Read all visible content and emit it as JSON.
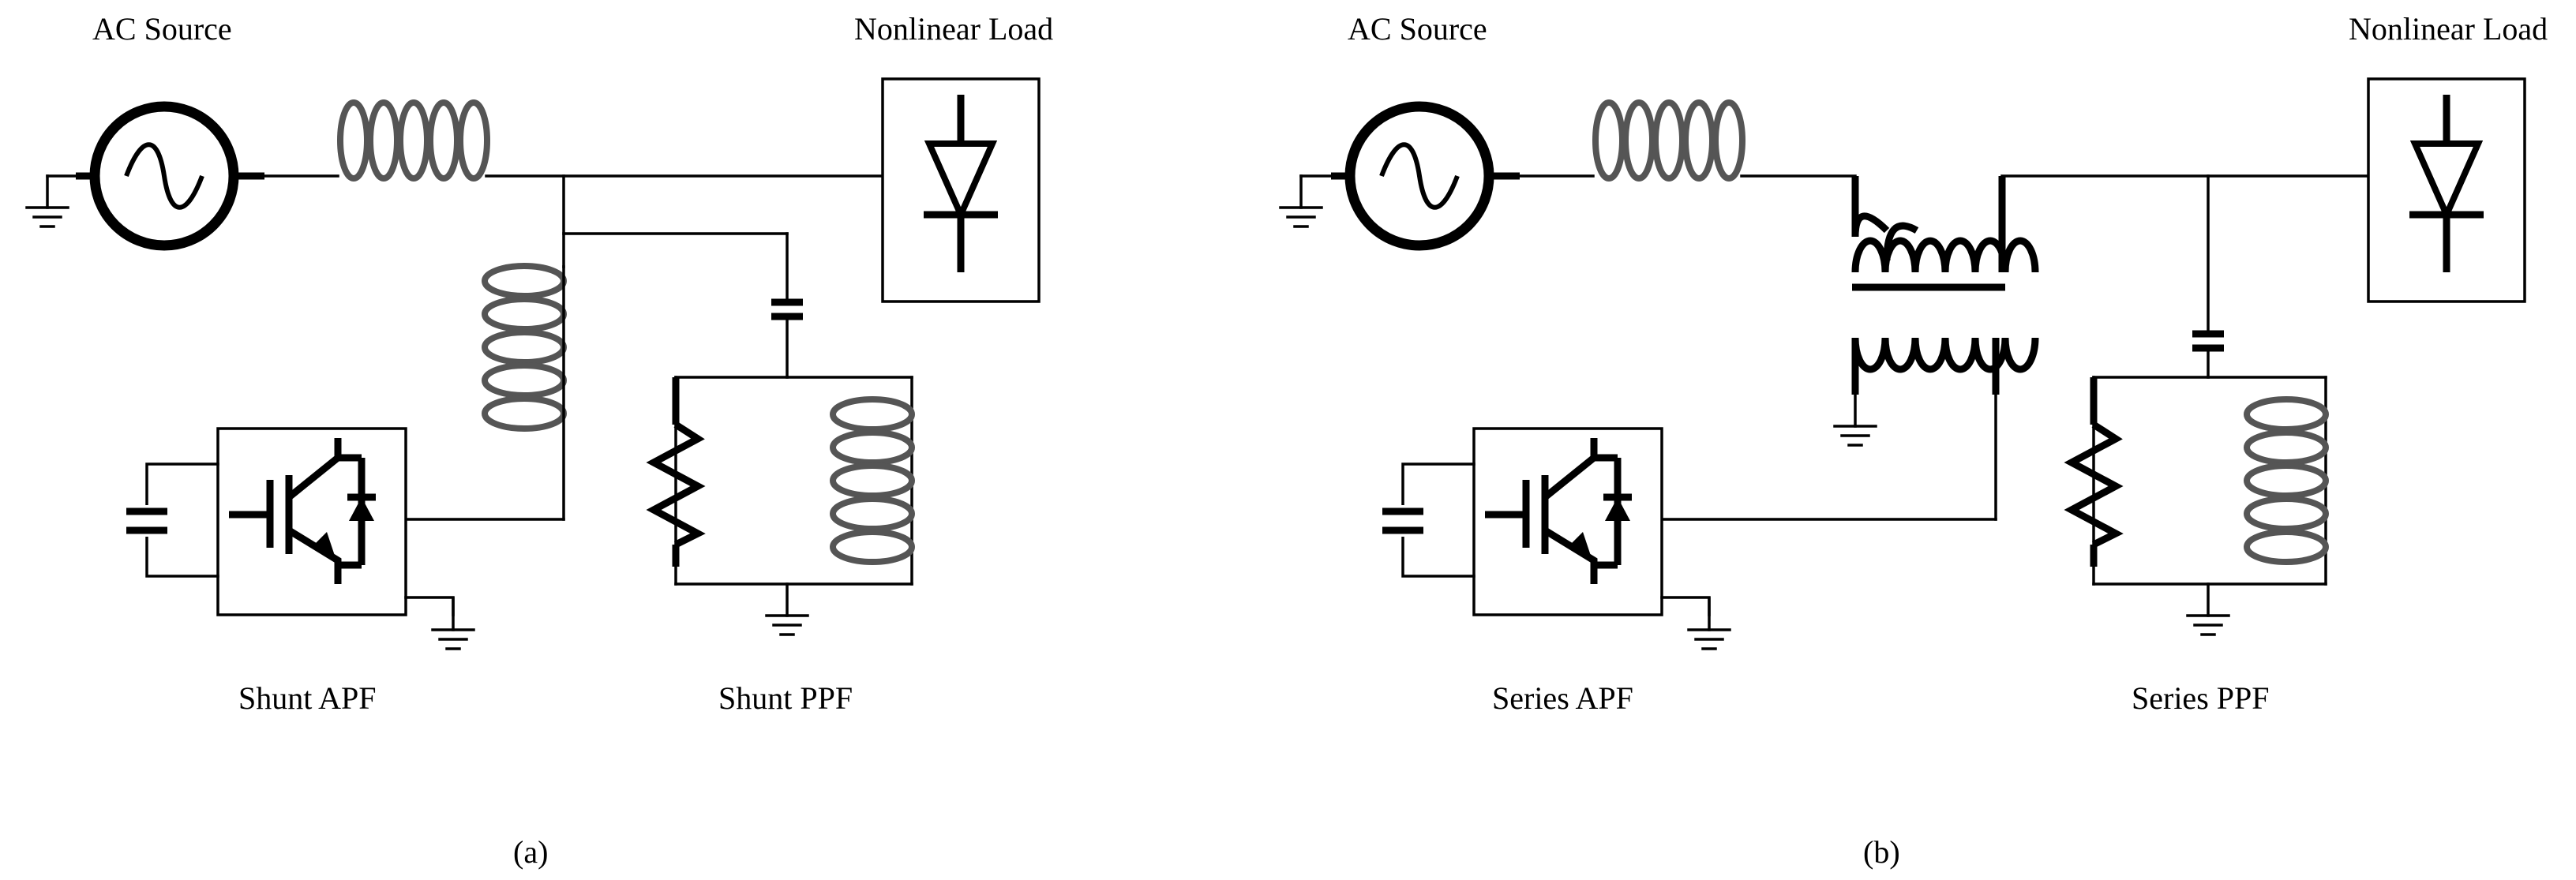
{
  "panel_a": {
    "source_label": "AC Source",
    "load_label": "Nonlinear Load",
    "apf_label": "Shunt APF",
    "ppf_label": "Shunt PPF",
    "caption": "(a)"
  },
  "panel_b": {
    "source_label": "AC Source",
    "load_label": "Nonlinear Load",
    "apf_label": "Series APF",
    "ppf_label": "Series PPF",
    "caption": "(b)"
  },
  "colors": {
    "wire": "#000000",
    "inductor": "#555555",
    "background": "#ffffff"
  }
}
